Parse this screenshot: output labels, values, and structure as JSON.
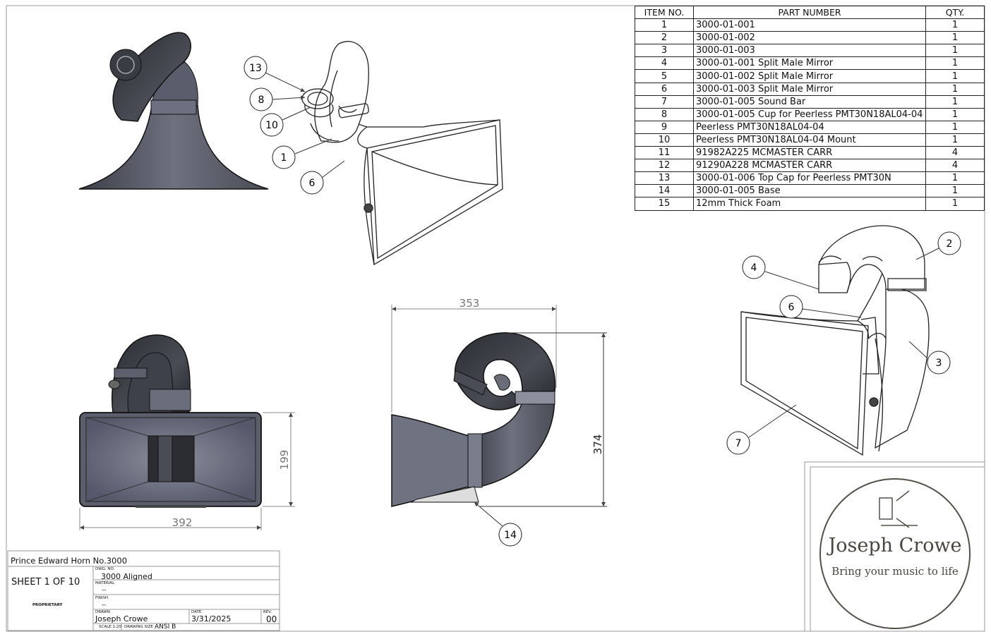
{
  "bom": {
    "headers": [
      "ITEM NO.",
      "PART NUMBER",
      "QTY."
    ],
    "rows": [
      [
        "1",
        "3000-01-001",
        "1"
      ],
      [
        "2",
        "3000-01-002",
        "1"
      ],
      [
        "3",
        "3000-01-003",
        "1"
      ],
      [
        "4",
        "3000-01-001 Split Male Mirror",
        "1"
      ],
      [
        "5",
        "3000-01-002 Split Male Mirror",
        "1"
      ],
      [
        "6",
        "3000-01-003 Split Male Mirror",
        "1"
      ],
      [
        "7",
        "3000-01-005 Sound Bar",
        "1"
      ],
      [
        "8",
        "3000-01-005 Cup for Peerless PMT30N18AL04-04",
        "1"
      ],
      [
        "9",
        "Peerless PMT30N18AL04-04",
        "1"
      ],
      [
        "10",
        "Peerless PMT30N18AL04-04 Mount",
        "1"
      ],
      [
        "11",
        "91982A225 MCMASTER CARR",
        "4"
      ],
      [
        "12",
        "91290A228 MCMASTER CARR",
        "4"
      ],
      [
        "13",
        "3000-01-006 Top Cap for Peerless PMT30N",
        "1"
      ],
      [
        "14",
        "3000-01-005 Base",
        "1"
      ],
      [
        "15",
        "12mm Thick Foam",
        "1"
      ]
    ]
  },
  "balloons": {
    "b13": "13",
    "b8": "8",
    "b10": "10",
    "b1": "1",
    "b6a": "6",
    "b2": "2",
    "b4": "4",
    "b6b": "6",
    "b3": "3",
    "b7": "7",
    "b14": "14"
  },
  "dimensions": {
    "front_width": "392",
    "front_height": "199",
    "side_width": "353",
    "side_height": "374"
  },
  "title_block": {
    "title": "Prince Edward Horn No.3000",
    "sheet": "SHEET 1 OF 10",
    "proprietary": "PROPRIETARY",
    "dwg_no_label": "DWG. NO.",
    "dwg_no": "3000 Aligned",
    "material_label": "MATERIAL",
    "material": "--",
    "finish_label": "FINISH",
    "finish": "--",
    "drawn_label": "DRAWN",
    "drawn": "Joseph Crowe",
    "date_label": "DATE",
    "date": "3/31/2025",
    "rev_label": "REV.",
    "rev": "00",
    "scale": "SCALE:1:20",
    "drawing_size_label": "DRAWING SIZE",
    "drawing_size": "ANSI B"
  },
  "logo": {
    "name": "Joseph Crowe",
    "tagline": "Bring your music to life"
  },
  "colors": {
    "horn_body": "#5d6070",
    "horn_dark": "#2a2c33",
    "horn_light": "#8c8f9c",
    "line": "#222222",
    "logo_ring": "#55504a"
  }
}
